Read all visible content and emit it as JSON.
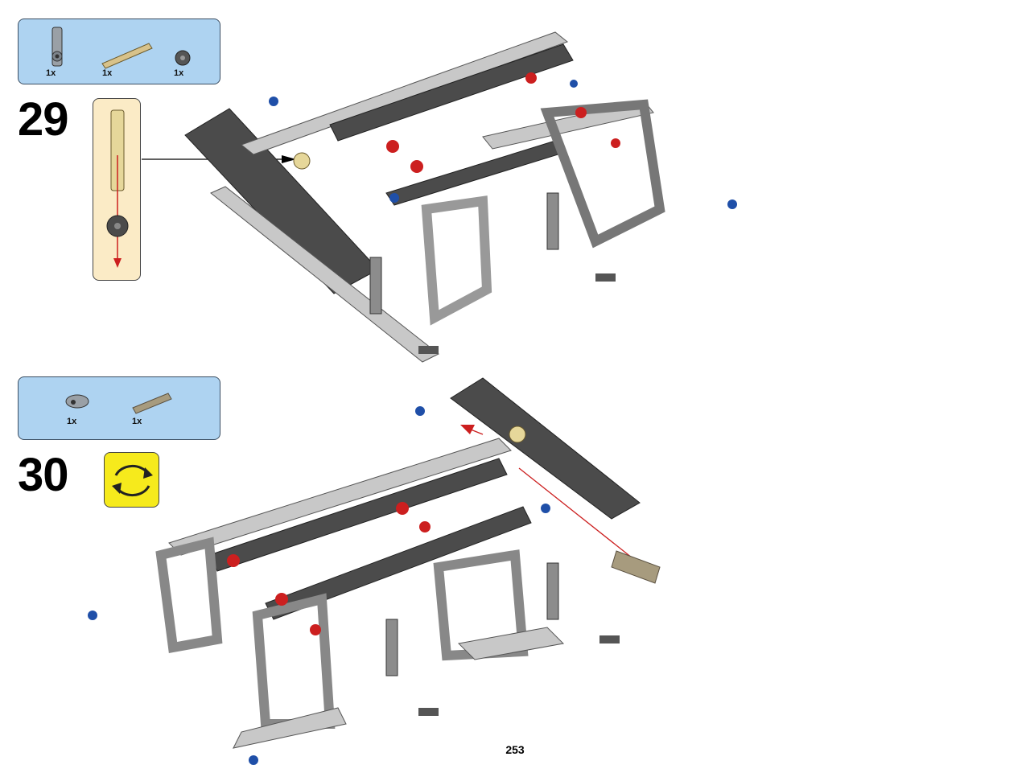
{
  "steps": [
    {
      "number": "29",
      "parts": [
        {
          "qty": "1x",
          "part": "axle-pin-connector",
          "color": "#9aa0a6"
        },
        {
          "qty": "1x",
          "part": "axle-tan",
          "color": "#d8c28a"
        },
        {
          "qty": "1x",
          "part": "gear-small",
          "color": "#555555"
        }
      ]
    },
    {
      "number": "30",
      "parts": [
        {
          "qty": "1x",
          "part": "pin-connector",
          "color": "#9aa0a6"
        },
        {
          "qty": "1x",
          "part": "axle-dark-tan",
          "color": "#a79b7e"
        }
      ],
      "rotate_icon": "rotate-model-icon"
    }
  ],
  "page_number": "253",
  "colors": {
    "parts_box": "#aed3f1",
    "callout": "#fbebc6",
    "rotate": "#f6ea1c",
    "light_gray": "#c8c8c8",
    "dark_gray": "#4b4b4b",
    "blue": "#1f4fa8",
    "red": "#cc1f1f",
    "tan": "#e6d79a"
  }
}
